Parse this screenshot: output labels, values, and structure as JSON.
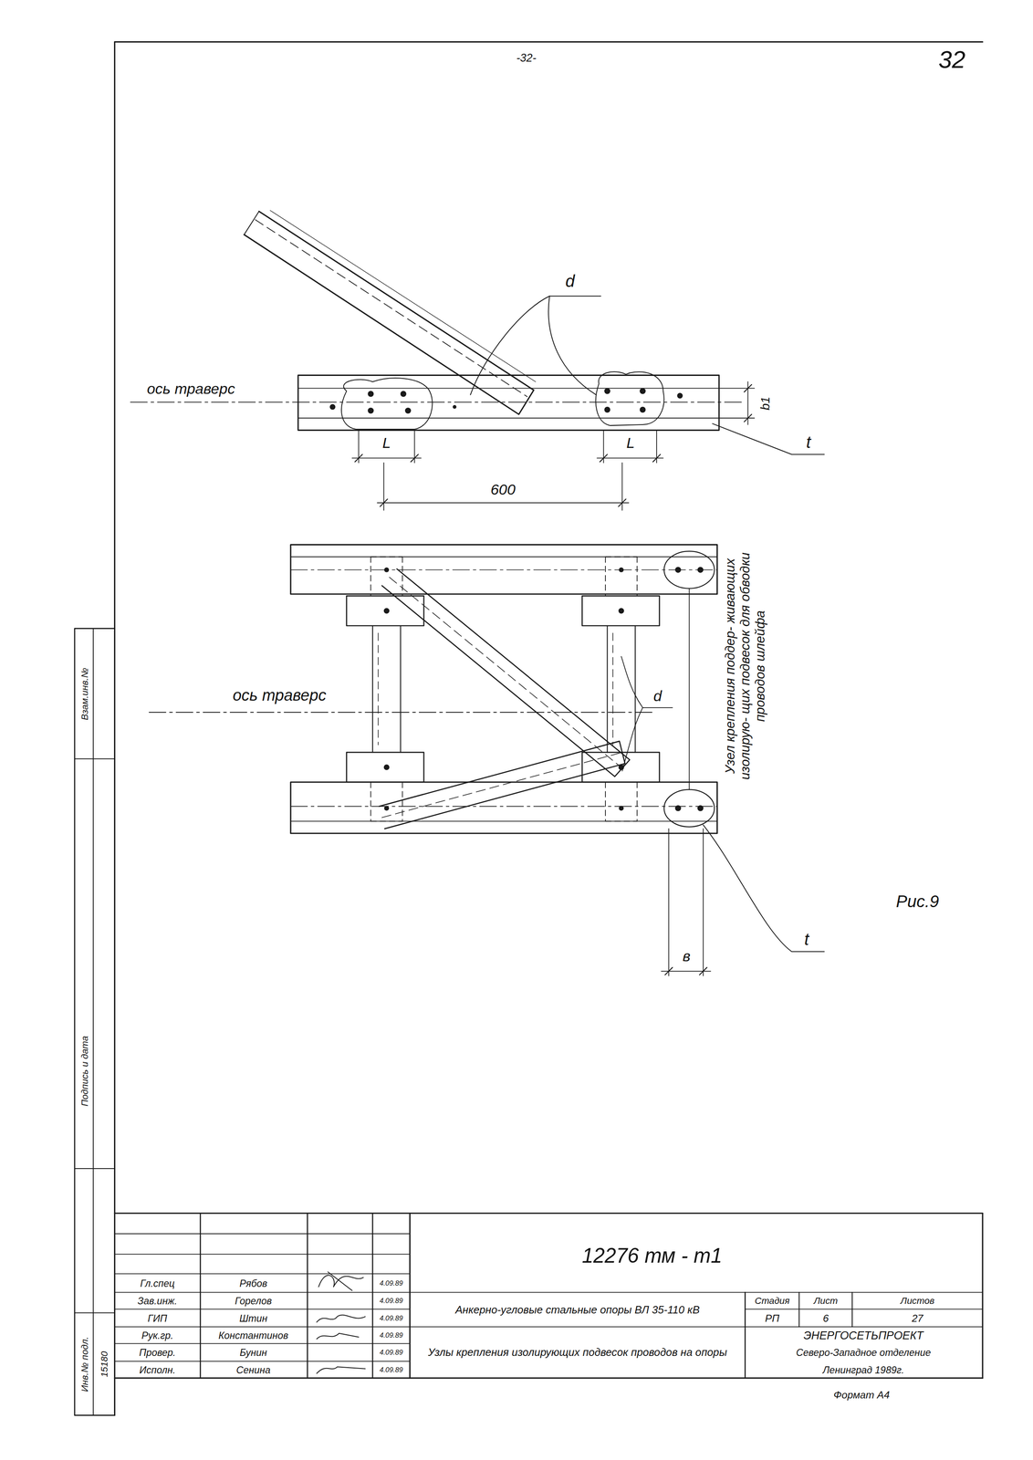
{
  "diagram": {
    "labels": [
      "-32-",
      "32",
      "d",
      "ось траверс",
      "b1",
      "t",
      "L",
      "L",
      "600",
      "ось траверс",
      "d",
      "Узел крепления поддер- живающих изолирую- щих подвесок для обводки проводов шлейфа",
      "t",
      "в",
      "Рис.9",
      "Взам.инв.№",
      "Подпись и дата",
      "Инв.№ подл.",
      "15180",
      "Гл.спец",
      "Рябов",
      "4.09.89",
      "Зав.инж.",
      "Горелов",
      "4.09.89",
      "ГИП",
      "Штин",
      "4.09.89",
      "Рук.гр.",
      "Константинов",
      "4.09.89",
      "Провер.",
      "Бунин",
      "4.09.89",
      "Исполн.",
      "Сенина",
      "4.09.89",
      "12276 тм - т1",
      "Анкерно-угловые стальные опоры ВЛ 35-110 кВ",
      "Стадия",
      "Лист",
      "Листов",
      "РП",
      "6",
      "27",
      "Узлы крепления изолирующих подвесок проводов на опоры",
      "ЭНЕРГОСЕТЬПРОЕКТ",
      "Северо-Западное отделение",
      "Ленинград 1989г.",
      "Формат А4"
    ]
  }
}
